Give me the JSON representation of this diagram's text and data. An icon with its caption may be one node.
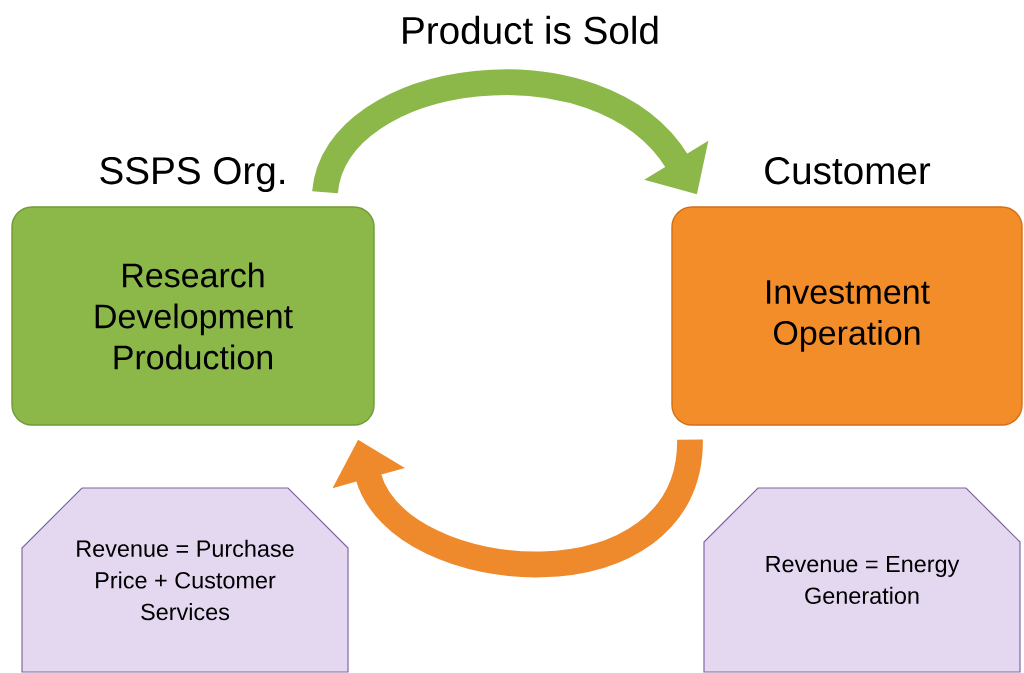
{
  "diagram": {
    "nodes": [
      {
        "text": [
          "SSPS Org.",
          "Research Development Production"
        ]
      },
      {
        "text": [
          "Customer",
          "Investment Operation"
        ]
      },
      {
        "text": [
          "Revenue = Purchase Price + Customer Services"
        ]
      },
      {
        "text": [
          "Revenue = Energy Generation"
        ]
      }
    ],
    "edges": [
      {
        "from": 0,
        "to": 1,
        "arrow": "to",
        "label": "Product is Sold",
        "color": "#8cb84a"
      },
      {
        "from": 1,
        "to": 0,
        "arrow": "to",
        "color": "#ef8a2c"
      }
    ]
  }
}
